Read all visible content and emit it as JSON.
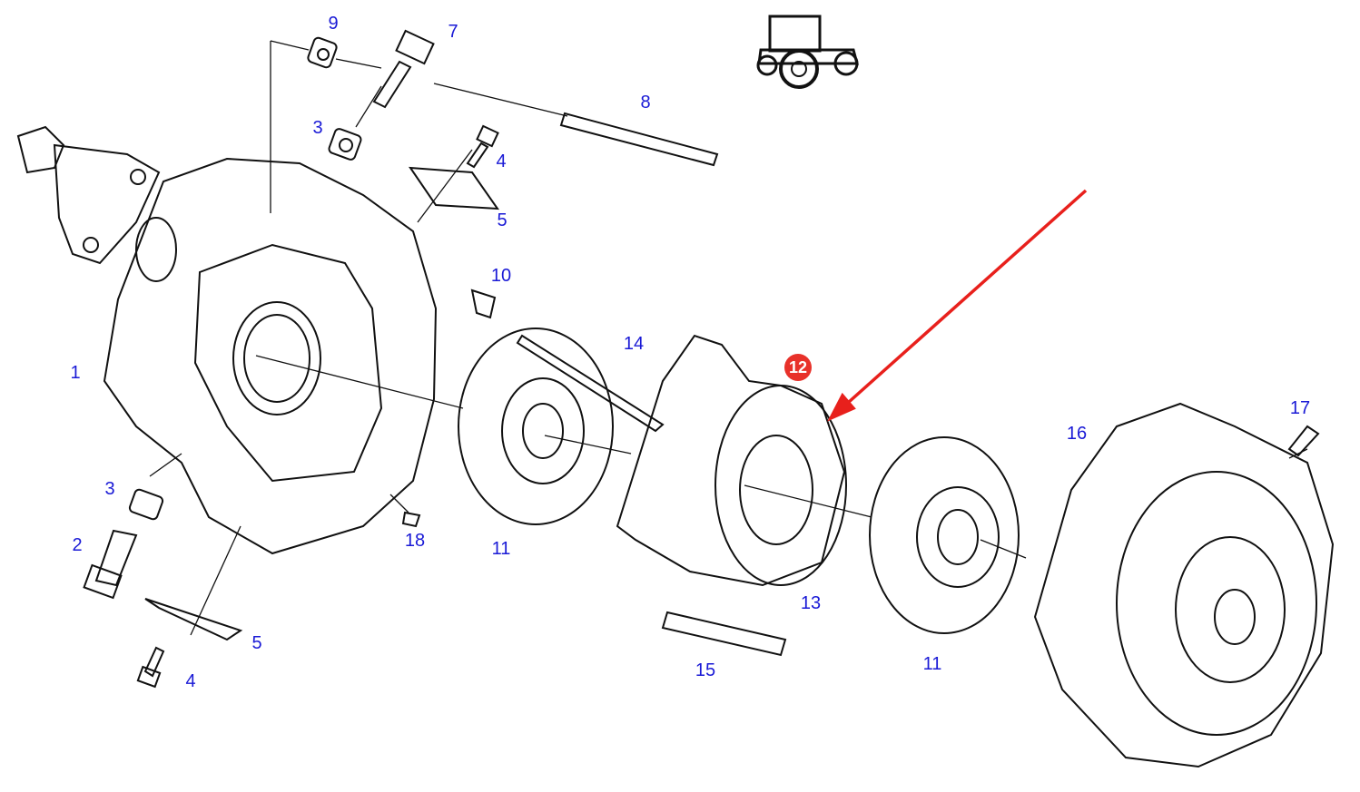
{
  "diagram": {
    "labels": {
      "part9": "9",
      "part7": "7",
      "part8": "8",
      "part3_top": "3",
      "part4_top": "4",
      "part5_top": "5",
      "part10": "10",
      "part1": "1",
      "part14": "14",
      "part12": "12",
      "part17": "17",
      "part16": "16",
      "part3_bottom": "3",
      "part2": "2",
      "part18": "18",
      "part11_left": "11",
      "part13": "13",
      "part5_bottom": "5",
      "part4_bottom": "4",
      "part15": "15",
      "part11_right": "11"
    },
    "colors": {
      "label": "#1a1ad6",
      "highlight_badge": "#e8312a",
      "arrow": "#e8201c",
      "line_art": "#111111"
    },
    "highlighted_part": "12",
    "icons": [
      "tractor-icon",
      "red-arrow-pointer"
    ]
  }
}
